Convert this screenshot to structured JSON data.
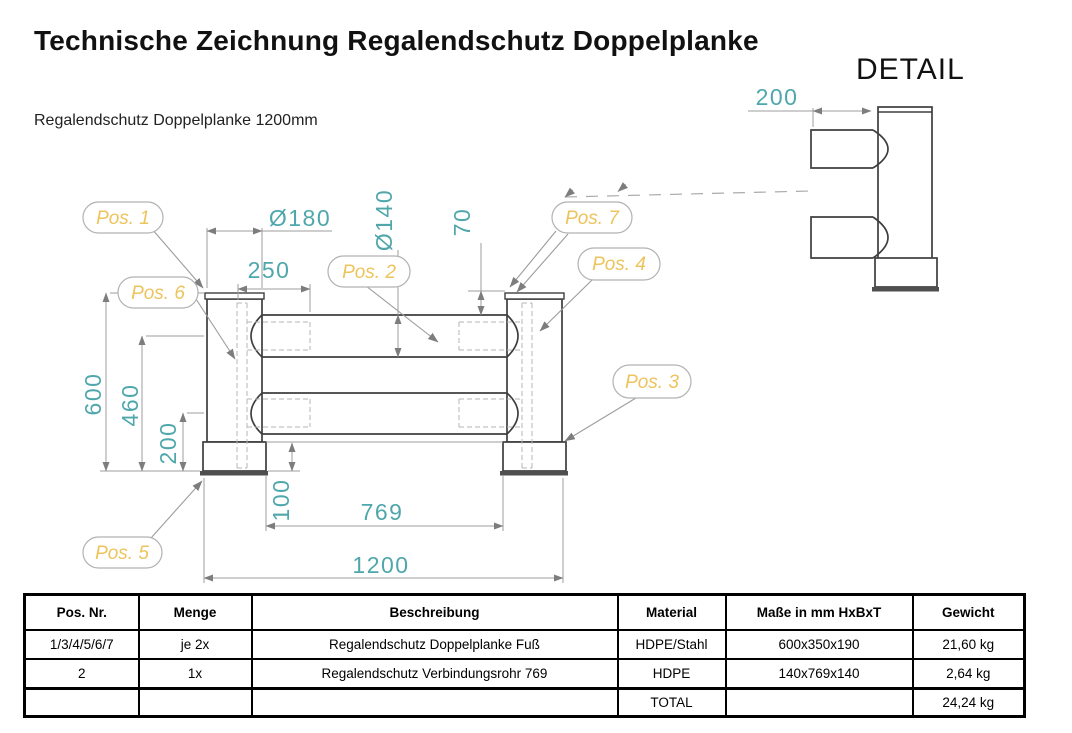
{
  "title": "Technische Zeichnung Regalendschutz Doppelplanke",
  "subtitle": "Regalendschutz Doppelplanke 1200mm",
  "detail_label": "DETAIL",
  "colors": {
    "dimension_text": "#4FA7AB",
    "position_label_text": "#EDC45C",
    "outline": "#3e3e3e",
    "dimension_line": "#9c9c9c",
    "hidden_line": "#b6b6b6"
  },
  "dims": {
    "d180": "Ø180",
    "d250": "250",
    "d140": "Ø140",
    "d70": "70",
    "d600": "600",
    "d460": "460",
    "d200_left": "200",
    "d100": "100",
    "d769": "769",
    "d1200": "1200",
    "d200_detail": "200"
  },
  "positions": {
    "pos1": "Pos. 1",
    "pos2": "Pos. 2",
    "pos3": "Pos. 3",
    "pos4": "Pos. 4",
    "pos5": "Pos. 5",
    "pos6": "Pos. 6",
    "pos7": "Pos. 7"
  },
  "table": {
    "headers": [
      "Pos. Nr.",
      "Menge",
      "Beschreibung",
      "Material",
      "Maße in mm HxBxT",
      "Gewicht"
    ],
    "rows": [
      [
        "1/3/4/5/6/7",
        "je 2x",
        "Regalendschutz Doppelplanke Fuß",
        "HDPE/Stahl",
        "600x350x190",
        "21,60 kg"
      ],
      [
        "2",
        "1x",
        "Regalendschutz Verbindungsrohr 769",
        "HDPE",
        "140x769x140",
        "2,64 kg"
      ],
      [
        "",
        "",
        "",
        "TOTAL",
        "",
        "24,24 kg"
      ]
    ]
  }
}
